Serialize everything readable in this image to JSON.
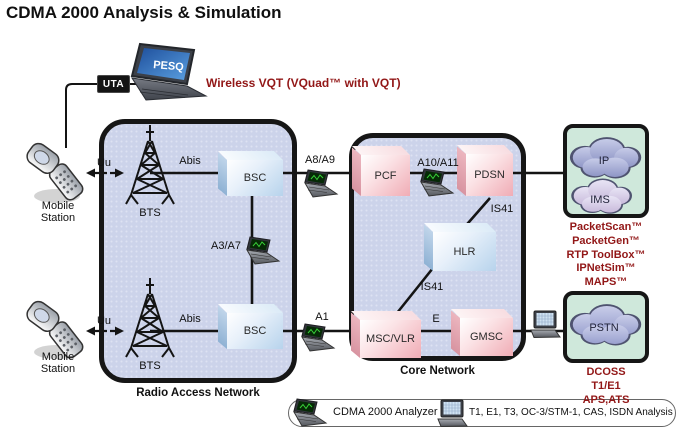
{
  "title": "CDMA 2000 Analysis & Simulation",
  "top": {
    "uta": "UTA",
    "pesq": "PESQ",
    "vqt": "Wireless VQT (VQuad™ with VQT)"
  },
  "mobile": {
    "line1": "Mobile",
    "line2": "Station"
  },
  "ran": {
    "label": "Radio Access Network",
    "bts": "BTS",
    "bsc": "BSC"
  },
  "core": {
    "label": "Core Network",
    "pcf": "PCF",
    "pdsn": "PDSN",
    "hlr": "HLR",
    "msc": "MSC/VLR",
    "gmsc": "GMSC"
  },
  "links": {
    "uu": "Uu",
    "abis": "Abis",
    "a3a7": "A3/A7",
    "a8a9": "A8/A9",
    "a10a11": "A10/A11",
    "a1": "A1",
    "is41": "IS41",
    "e": "E"
  },
  "right": {
    "ip": "IP",
    "ims": "IMS",
    "pstn": "PSTN",
    "ip_tools": [
      "PacketScan™",
      "PacketGen™",
      "RTP ToolBox™",
      "IPNetSim™",
      "MAPS™"
    ],
    "pstn_tools": [
      "DCOSS",
      "T1/E1",
      "APS,ATS"
    ]
  },
  "legend": {
    "item1": "CDMA 2000 Analyzer",
    "item2": "T1, E1, T3, OC-3/STM-1, CAS, ISDN Analysis"
  },
  "colors": {
    "accent_red": "#921717",
    "panel_lavender": "#ccd3ea",
    "panel_mint": "#cfe8db",
    "node_pink": "#f0acb5",
    "node_blue": "#b7d3ec"
  }
}
